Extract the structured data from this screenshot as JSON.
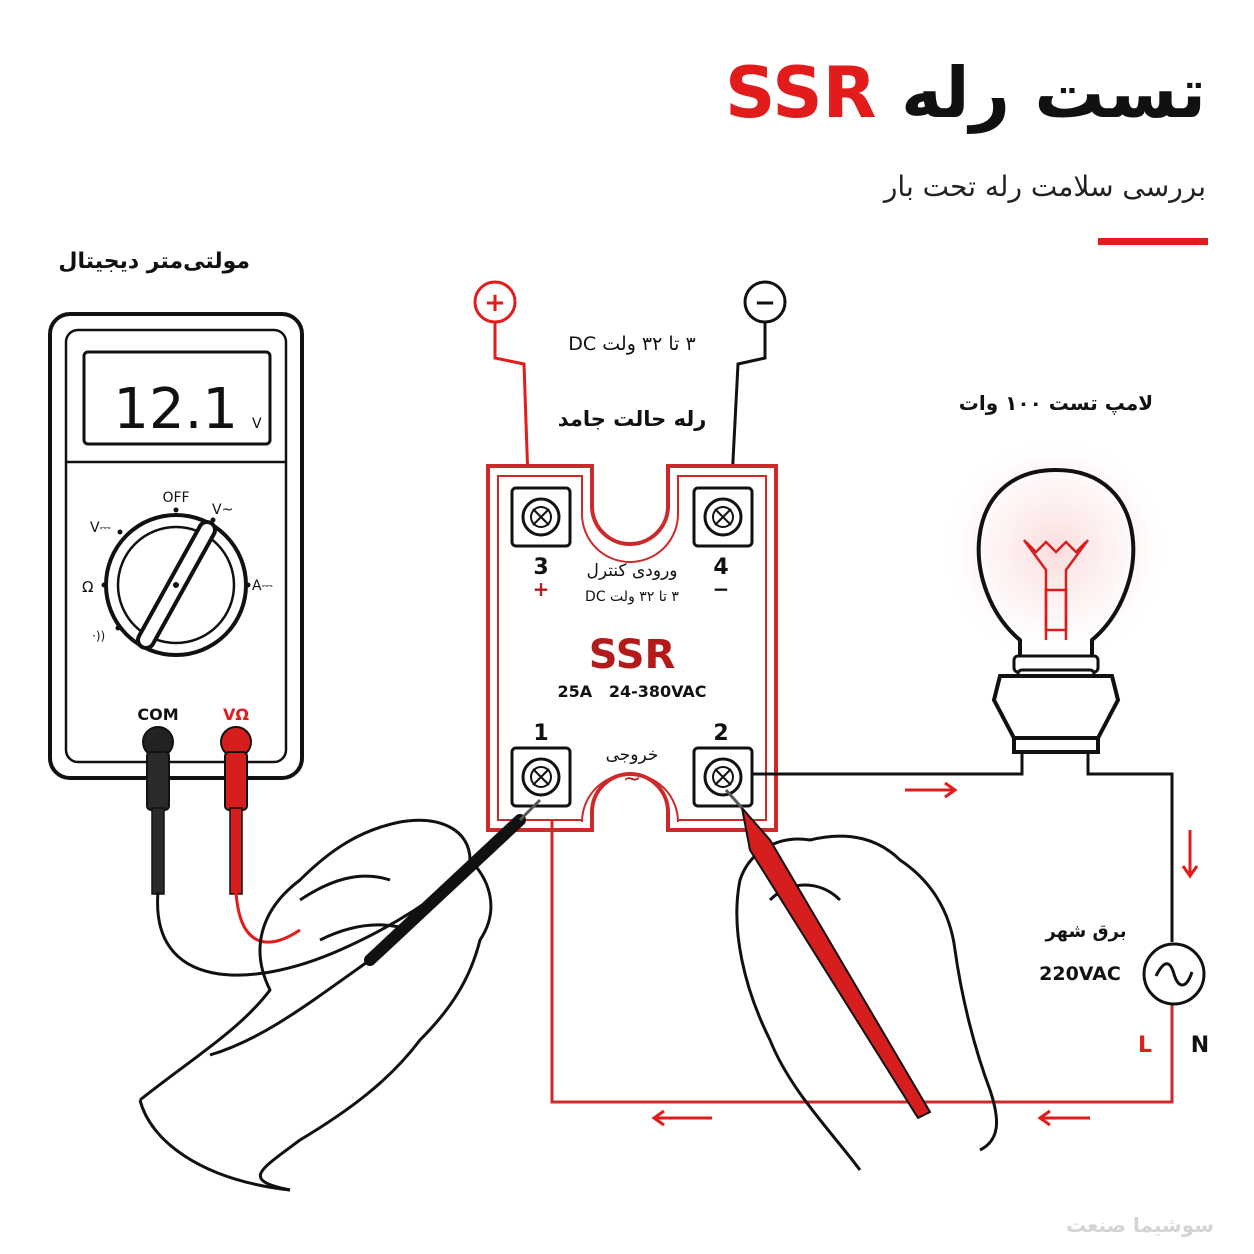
{
  "header": {
    "title_main": "تست رله",
    "title_brand": "SSR",
    "subtitle": "بررسی سلامت رله تحت بار"
  },
  "multimeter": {
    "label": "مولتی‌متر دیجیتال",
    "reading": "12.1",
    "unit": "V",
    "dial": {
      "off": "OFF",
      "vac": "V~",
      "vdc": "V⎓",
      "ohm": "Ω",
      "adc": "A⎓",
      "buzzer": "·))"
    },
    "jacks": {
      "com": "COM",
      "vohm": "VΩ"
    }
  },
  "control": {
    "plus": "+",
    "minus": "−",
    "voltage": "۳ تا ۳۲ ولت DC",
    "relay_label": "رله حالت جامد"
  },
  "ssr": {
    "t3": "3",
    "t3_sign": "+",
    "t4": "4",
    "t4_sign": "−",
    "input_label": "ورودی کنترل",
    "input_range": "۳ تا ۳۲ ولت DC",
    "name": "SSR",
    "rating": "25A   24-380VAC",
    "t1": "1",
    "t2": "2",
    "output_label": "خروجی",
    "output_symbol": "~"
  },
  "lamp": {
    "label": "لامپ تست ۱۰۰ وات"
  },
  "mains": {
    "label": "برق شهر",
    "voltage": "220VAC",
    "line": "L",
    "neutral": "N"
  },
  "watermark": "سوشیما صنعت",
  "colors": {
    "accent": "#e21b1b",
    "dark": "#111111",
    "relay_red": "#b41a1a"
  }
}
